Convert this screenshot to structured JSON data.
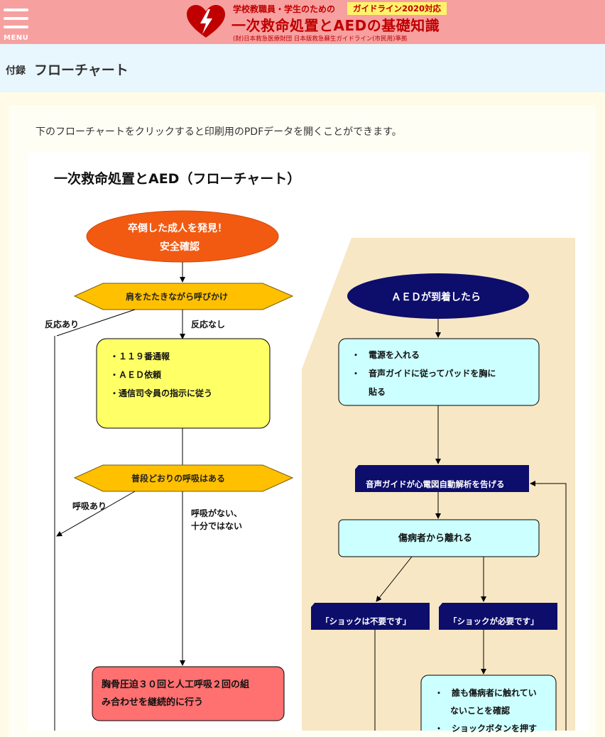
{
  "header": {
    "menu_label": "MENU",
    "logo_sub": "学校教職員・学生のための",
    "logo_badge": "ガイドライン2020対応",
    "logo_title": "一次救命処置とAEDの基礎知識",
    "logo_org": "(財)日本救急医療財団 日本版救急蘇生ガイドライン(市民用)準拠"
  },
  "titlebar": {
    "tag": "付録",
    "title": "フローチャート"
  },
  "intro": "下のフローチャートをクリックすると印刷用のPDFデータを開くことができます。",
  "flowchart": {
    "title": "一次救命処置とAED（フローチャート）",
    "start_line1": "卒倒した成人を発見！",
    "start_line2": "安全確認",
    "diamond1": "肩をたたきながら呼びかけ",
    "response_yes": "反応あり",
    "response_no": "反応なし",
    "actions1_line1": "・１１９番通報",
    "actions1_line2": "・ＡＥＤ依頼",
    "actions1_line3": "・通信司令員の指示に従う",
    "diamond2": "普段どおりの呼吸はある",
    "breath_yes": "呼吸あり",
    "breath_no_line1": "呼吸がない、",
    "breath_no_line2": "十分ではない",
    "cpr_line1": "胸骨圧迫３０回と人工呼吸２回の組",
    "cpr_line2": "み合わせを継続的に行う",
    "aed_arrive": "ＡＥＤが到着したら",
    "aed_steps_line1": "・　電源を入れる",
    "aed_steps_line2": "・　音声ガイドに従ってパッドを胸に",
    "aed_steps_line3": "貼る",
    "analysis": "音声ガイドが心電図自動解析を告げる",
    "step_away": "傷病者から離れる",
    "shock_not_needed": "「ショックは不要です」",
    "shock_needed": "「ショックが必要です」",
    "shock_steps_line1": "・　誰も傷病者に触れてい",
    "shock_steps_line2": "ないことを確認",
    "shock_steps_line3": "・　ショックボタンを押す"
  },
  "colors": {
    "header_bg": "#f7a0a0",
    "brand_red": "#c00000",
    "titlebar_bg": "#e8f6fd",
    "start_oval": "#f25a12",
    "diamond": "#ffc000",
    "yellow_box": "#ffff66",
    "cyan_box": "#ccffff",
    "navy": "#0d0d6b",
    "cpr_box": "#ff7070",
    "aed_panel": "#f7e7c4"
  }
}
